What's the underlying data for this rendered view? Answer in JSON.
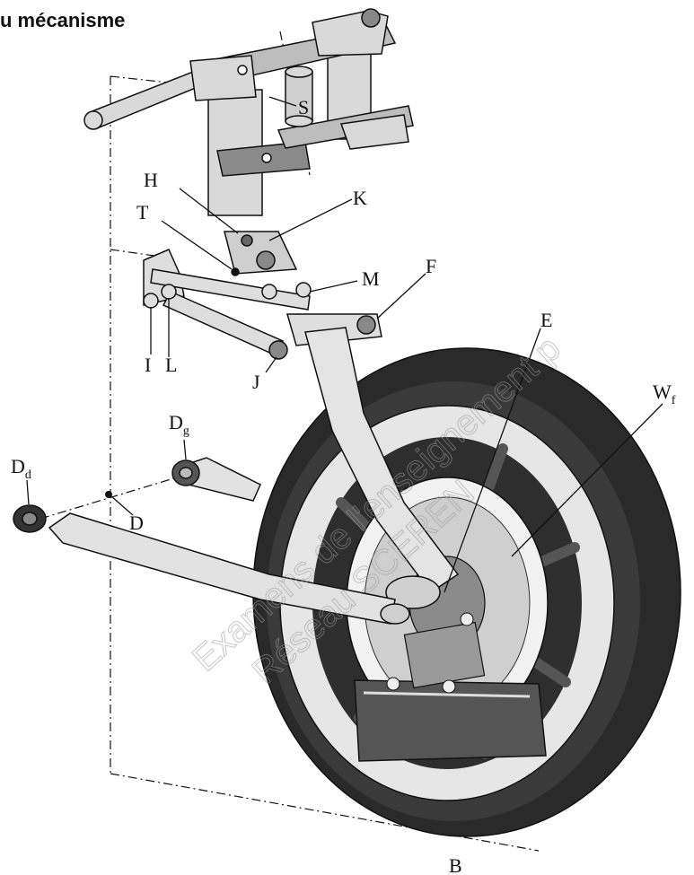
{
  "title": "u mécanisme",
  "watermark": {
    "line1": "Examens de l'enseignement p",
    "line2": "Réseau SCEREN"
  },
  "labels": {
    "S": "S",
    "H": "H",
    "K": "K",
    "T": "T",
    "M": "M",
    "F": "F",
    "E": "E",
    "I": "I",
    "L": "L",
    "J": "J",
    "Wf": "W",
    "Wf_sub": "f",
    "Dg": "D",
    "Dg_sub": "g",
    "Dd": "D",
    "Dd_sub": "d",
    "D": "D",
    "B": "B"
  },
  "colors": {
    "line": "#111111",
    "part": "#d9d9d9",
    "tire": "#2a2a2a",
    "dark": "#444444"
  }
}
